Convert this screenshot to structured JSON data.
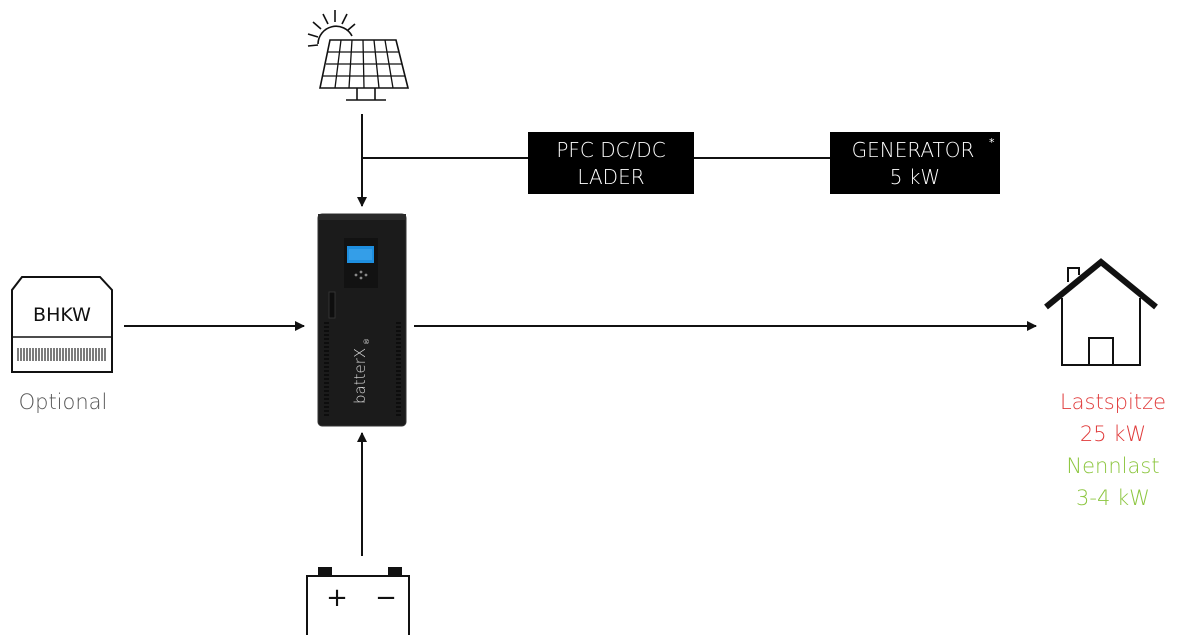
{
  "pfc_box": {
    "line1": "PFC DC/DC",
    "line2": "LADER"
  },
  "generator_box": {
    "line1": "GENERATOR",
    "footnote_mark": "*",
    "line2": "5 kW"
  },
  "bhkw": {
    "label": "BHKW",
    "caption": "Optional"
  },
  "inverter": {
    "brand": "batterX",
    "brand_mark": "®"
  },
  "house": {
    "peak_label": "Lastspitze",
    "peak_value": "25 kW",
    "nominal_label": "Nennlast",
    "nominal_value": "3-4 kW"
  },
  "battery": {
    "plus": "+",
    "minus": "−"
  },
  "colors": {
    "line": "#111111",
    "box_bg": "#000000",
    "box_text": "#ffffff",
    "caption": "#555555",
    "peak": "#e03b3b",
    "nominal": "#8cc63f",
    "inverter_body": "#1b1b1b",
    "inverter_screen": "#1e8fe0"
  }
}
